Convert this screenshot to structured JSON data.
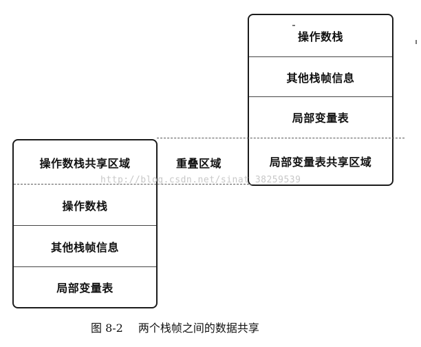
{
  "right_frame": {
    "cells": [
      "操作数栈",
      "其他栈帧信息",
      "局部变量表",
      "局部变量表共享区域"
    ]
  },
  "left_frame": {
    "cells": [
      "操作数栈共享区域",
      "操作数栈",
      "其他栈帧信息",
      "局部变量表"
    ]
  },
  "overlap_label": "重叠区域",
  "watermark": "http://blog.csdn.net/sinat_38259539",
  "caption": {
    "figure": "图 8-2",
    "text": "两个栈帧之间的数据共享"
  }
}
